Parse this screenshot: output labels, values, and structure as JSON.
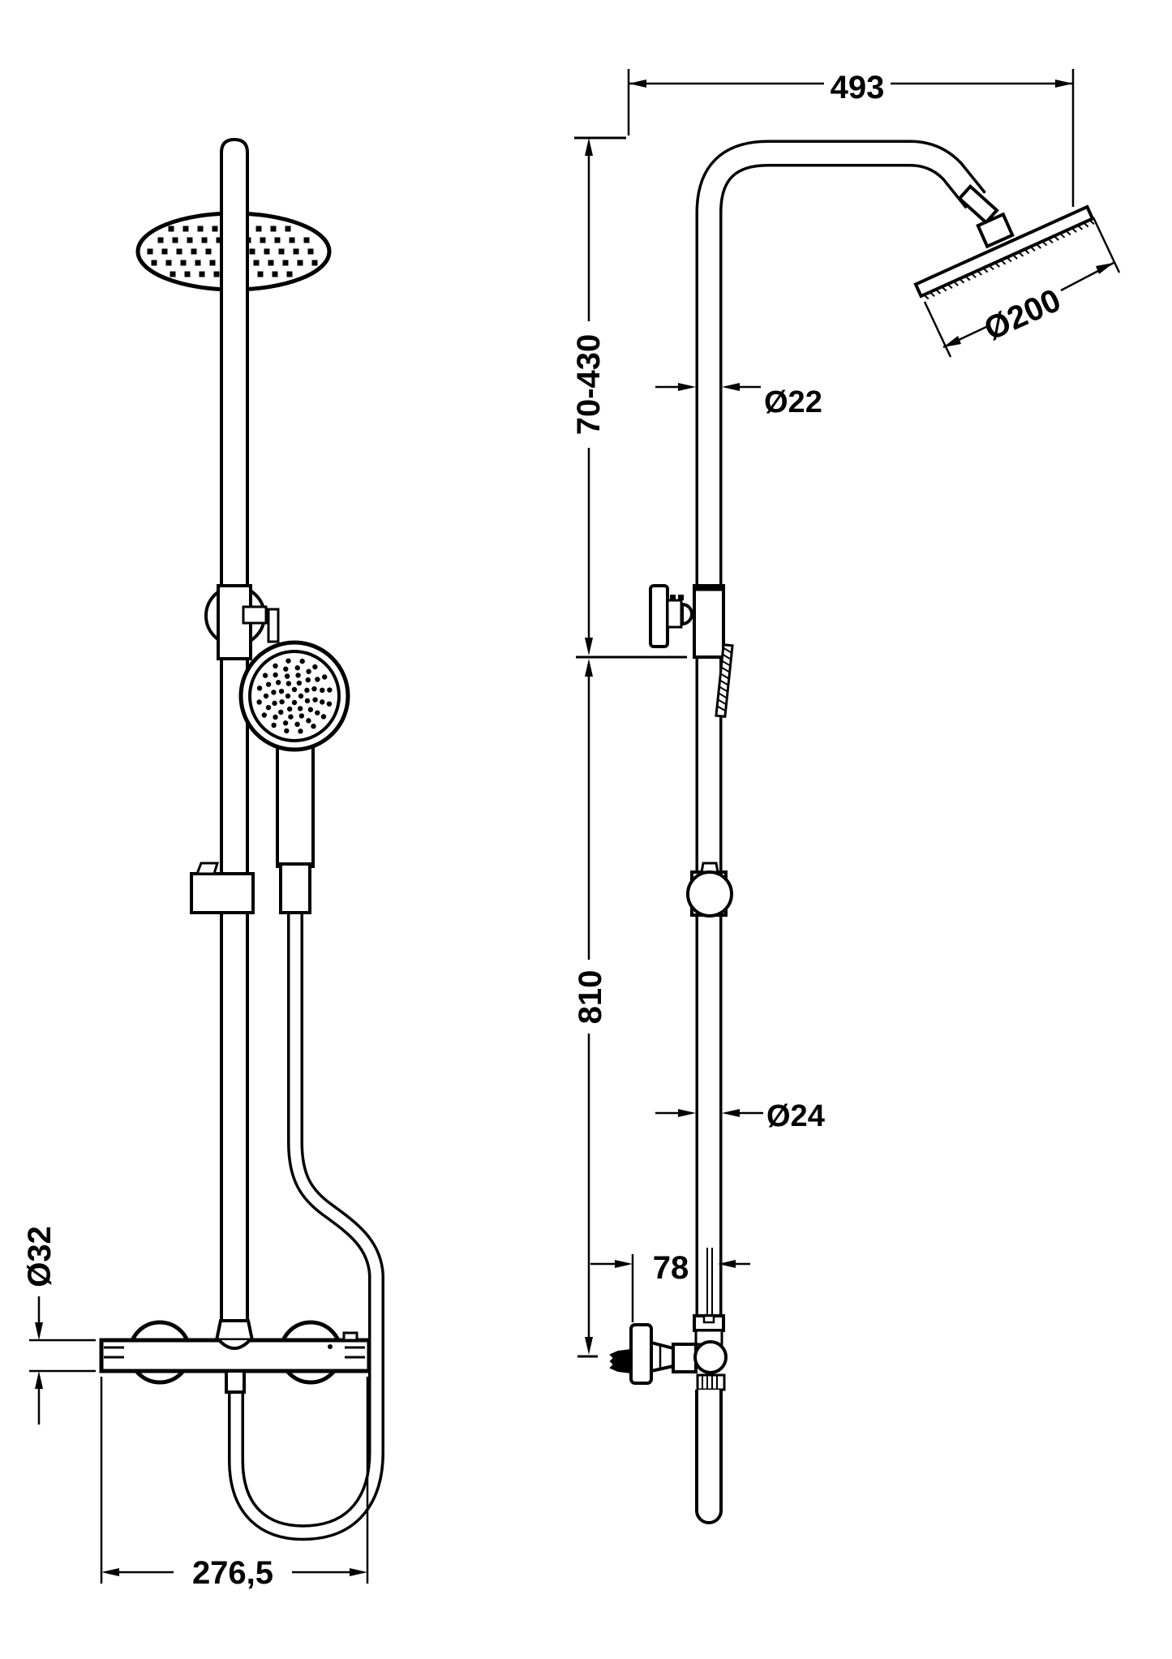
{
  "drawing": {
    "type": "technical-dimension-drawing",
    "subject": "thermostatic shower column with rain head and hand shower, front and side views",
    "background_color": "#ffffff",
    "line_color": "#000000",
    "labels": {
      "width_top": "493",
      "adjust_range": "70-430",
      "pipe_upper_dia": "Ø22",
      "head_dia": "Ø200",
      "rail_height": "810",
      "pipe_lower_dia": "Ø24",
      "wall_offset": "78",
      "valve_dia": "Ø32",
      "valve_width": "276,5"
    }
  }
}
